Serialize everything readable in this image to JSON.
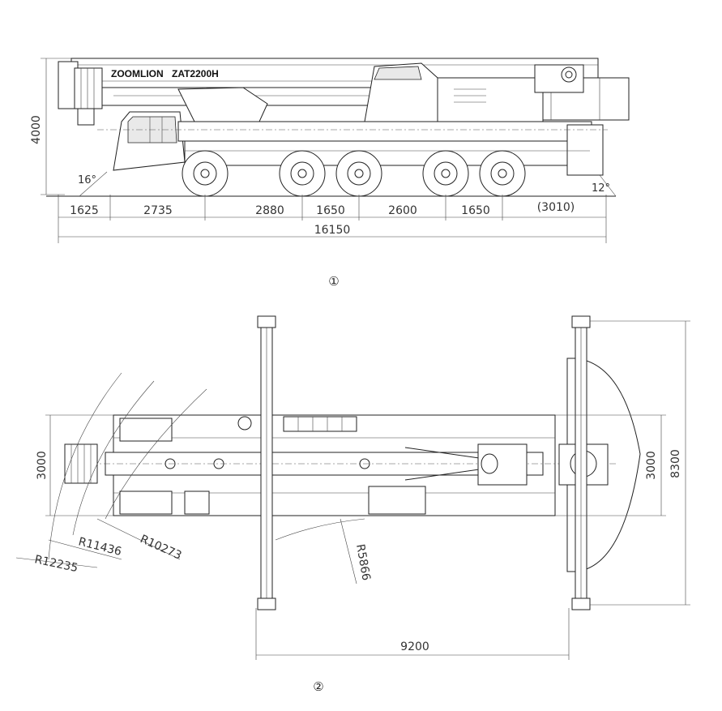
{
  "brand": {
    "name": "ZOOMLION",
    "model": "ZAT2200H"
  },
  "views": {
    "side": {
      "marker": "①",
      "height_label": "4000",
      "angle_front": "16°",
      "angle_rear": "12°",
      "segments": [
        "1625",
        "2735",
        "2880",
        "1650",
        "2600",
        "1650",
        "(3010)"
      ],
      "total_length": "16150"
    },
    "top": {
      "marker": "②",
      "width_left": "3000",
      "width_right": "3000",
      "outrigger_width": "8300",
      "outrigger_length": "9200",
      "radius_1": "R12235",
      "radius_2": "R11436",
      "radius_3": "R10273",
      "radius_4": "R5866"
    }
  }
}
